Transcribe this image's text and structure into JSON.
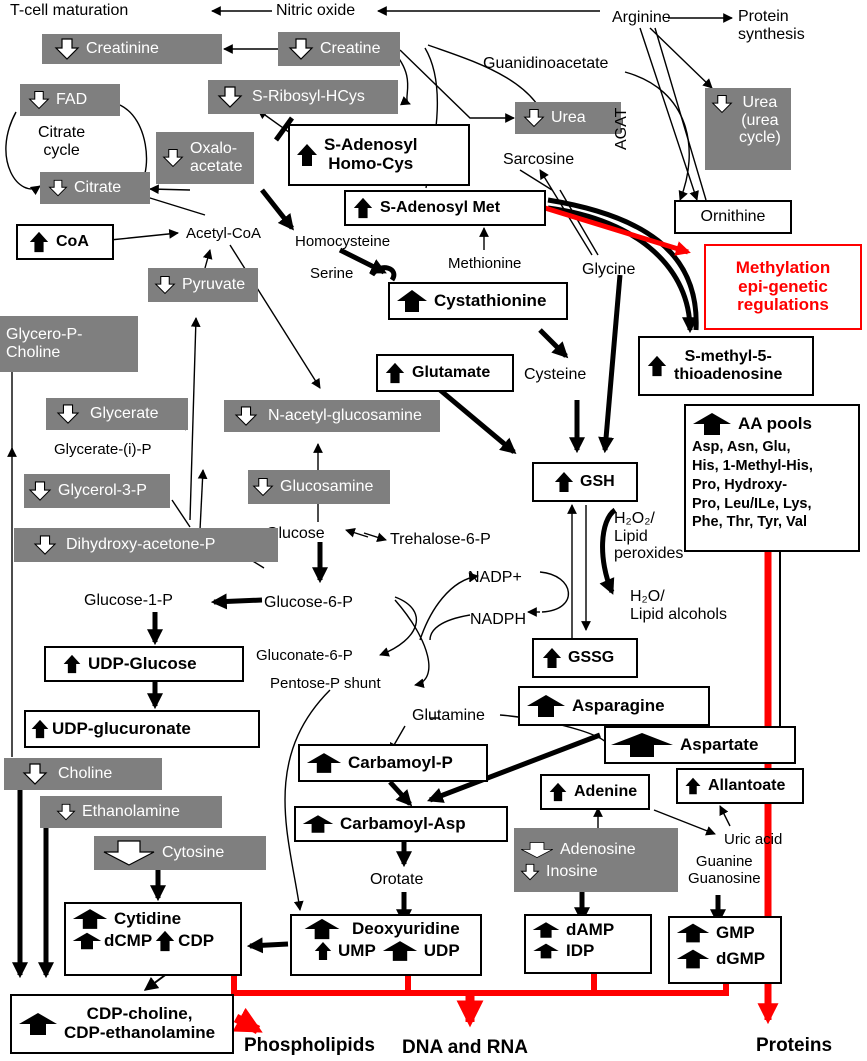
{
  "colors": {
    "down_box": "#7f7f7f",
    "arrow": "#000000",
    "red_flow": "#ff0000"
  },
  "nodes": {
    "tcell": "T-cell maturation",
    "nitric_oxide": "Nitric oxide",
    "arginine": "Arginine",
    "protein_synthesis": "Protein\nsynthesis",
    "creatinine": "Creatinine",
    "creatine": "Creatine",
    "guanidinoacetate": "Guanidinoacetate",
    "fad": "FAD",
    "citrate_cycle": "Citrate\ncycle",
    "s_ribosyl": "S-Ribosyl-HCys",
    "urea": "Urea",
    "urea_cycle": "Urea\n(urea\ncycle)",
    "oxaloacetate": "Oxalo-\nacetate",
    "sah": "S-Adenosyl\nHomo-Cys",
    "sarcosine": "Sarcosine",
    "agat": "AGAT",
    "citrate": "Citrate",
    "sam": "S-Adenosyl Met",
    "ornithine": "Ornithine",
    "coa": "CoA",
    "acetyl_coa": "Acetyl-CoA",
    "homocysteine": "Homocysteine",
    "methylation": "Methylation\nepi-genetic\nregulations",
    "serine": "Serine",
    "methionine": "Methionine",
    "glycine": "Glycine",
    "pyruvate": "Pyruvate",
    "cystathionine": "Cystathionine",
    "glycero_p_choline": "Glycero-P-\nCholine",
    "mta": "S-methyl-5-\nthioadenosine",
    "glutamate": "Glutamate",
    "cysteine": "Cysteine",
    "glycerate": "Glycerate",
    "n_acetyl_glucosamine": "N-acetyl-glucosamine",
    "aa_pools": "AA pools",
    "aa_list": "Asp, Asn, Glu,\nHis, 1-Methyl-His,\nPro, Hydroxy-\nPro, Leu/ILe, Lys,\nPhe, Thr, Tyr, Val",
    "glycerate_ip": "Glycerate-(i)-P",
    "gsh": "GSH",
    "glycerol_3p": "Glycerol-3-P",
    "glucosamine": "Glucosamine",
    "h2o2": "H₂O₂/\nLipid\nperoxides",
    "glucose": "Glucose",
    "trehalose": "Trehalose-6-P",
    "dhap": "Dihydroxy-acetone-P",
    "nadp": "NADP+",
    "glucose_1p": "Glucose-1-P",
    "glucose_6p": "Glucose-6-P",
    "h2o": "H₂O/\nLipid alcohols",
    "nadph": "NADPH",
    "udp_glucose": "UDP-Glucose",
    "gluconate": "Gluconate-6-P",
    "gssg": "GSSG",
    "pentose": "Pentose-P shunt",
    "asparagine": "Asparagine",
    "glutamine": "Glutamine",
    "udp_glucuronate": "UDP-glucuronate",
    "aspartate": "Aspartate",
    "carbamoyl_p": "Carbamoyl-P",
    "choline": "Choline",
    "allantoate": "Allantoate",
    "adenine": "Adenine",
    "ethanolamine": "Ethanolamine",
    "carbamoyl_asp": "Carbamoyl-Asp",
    "uric_acid": "Uric acid",
    "cytosine": "Cytosine",
    "adenosine": "Adenosine",
    "inosine": "Inosine",
    "guanine": "Guanine\nGuanosine",
    "orotate": "Orotate",
    "cytidine": "Cytidine",
    "dcmp": "dCMP",
    "cdp": "CDP",
    "deoxyuridine": "Deoxyuridine",
    "ump": "UMP",
    "udp": "UDP",
    "damp": "dAMP",
    "idp": "IDP",
    "gmp": "GMP",
    "dgmp": "dGMP",
    "cdp_choline": "CDP-choline,\nCDP-ethanolamine",
    "phospholipids": "Phospholipids",
    "dna_rna": "DNA and RNA",
    "proteins": "Proteins"
  }
}
